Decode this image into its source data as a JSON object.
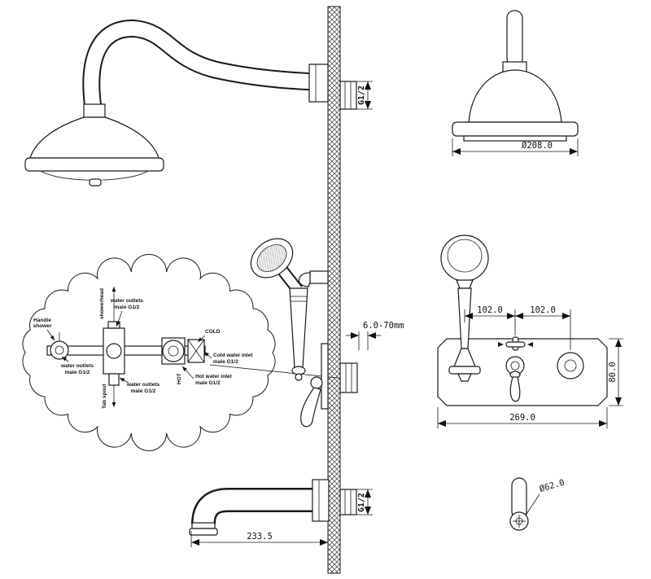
{
  "page": {
    "background": "#ffffff",
    "line_color": "#1a1a1a"
  },
  "dimensions": {
    "top_thread": "G1/2",
    "head_diameter": "Ø208.0",
    "depth_range": "6.0-70mm",
    "span_left": "102.0",
    "span_right": "102.0",
    "plate_height": "80.0",
    "plate_width": "269.0",
    "spout_length": "233.5",
    "bottom_thread": "G1/2",
    "handle_diameter": "Ø62.0"
  },
  "callout": {
    "showerhead": "showerhead",
    "top_outlet_1": "water outlets",
    "top_outlet_2": "male G1/2",
    "handle_shower_1": "Handle",
    "handle_shower_2": "shower",
    "left_outlet_1": "water outlets",
    "left_outlet_2": "male G1/2",
    "bottom_outlet_1": "water outlets",
    "bottom_outlet_2": "male G1/2",
    "tab_spout": "Tab spout",
    "cold": "COLD",
    "hot": "HOT",
    "cold_inlet_1": "Cold water inlet",
    "cold_inlet_2": "male G1/2",
    "hot_inlet_1": "Hot water inlet",
    "hot_inlet_2": "male G1/2"
  }
}
